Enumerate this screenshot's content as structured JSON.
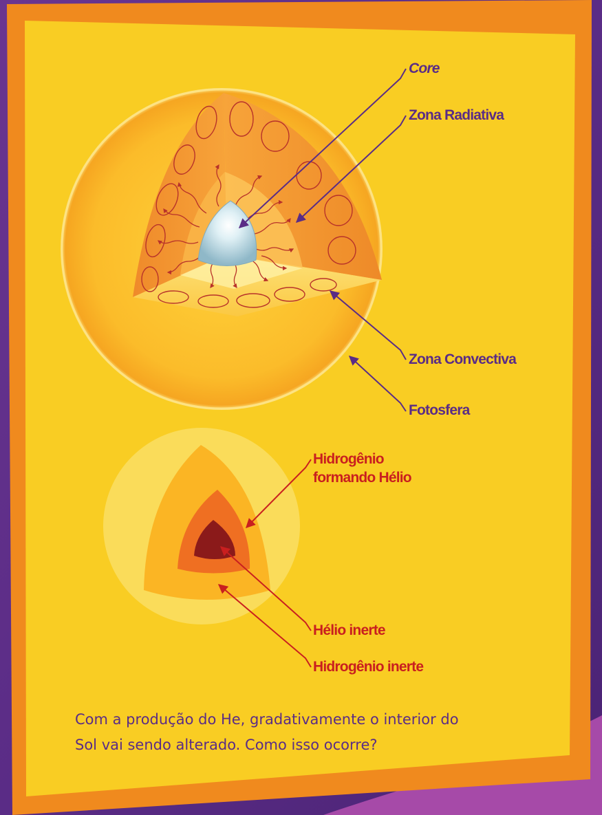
{
  "diagram": {
    "sun_labels": {
      "core": "Core",
      "radiative_zone": "Zona Radiativa",
      "convective_zone": "Zona Convectiva",
      "photosphere": "Fotosfera"
    },
    "core_labels": {
      "hydrogen_to_helium_line1": "Hidrogênio",
      "hydrogen_to_helium_line2": "formando Hélio",
      "inert_helium": "Hélio inerte",
      "inert_hydrogen": "Hidrogênio inerte"
    },
    "caption": {
      "line1": "Com a produção do He, gradativamente o interior do",
      "line2": "Sol vai sendo alterado. Como isso ocorre?"
    }
  },
  "colors": {
    "purple_background": "#5a2c86",
    "orange_frame": "#f08a1e",
    "yellow_panel": "#f9cd23",
    "label_purple": "#5a2c86",
    "label_red": "#c91f1f",
    "helium_core": "#8b1a1a",
    "burning_shell": "#ef6f22",
    "core_blue": "#b7dbe6"
  }
}
